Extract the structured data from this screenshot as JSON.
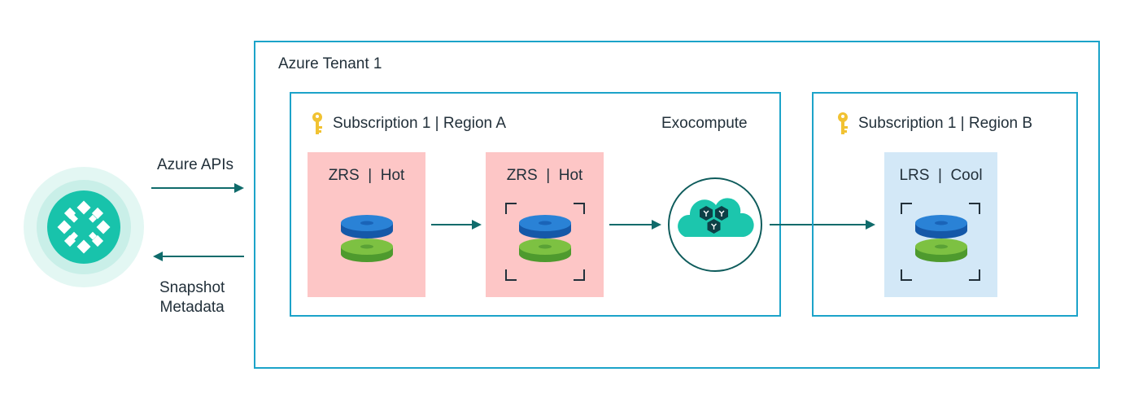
{
  "tenant": {
    "title": "Azure Tenant 1"
  },
  "left": {
    "apis_label": "Azure APIs",
    "metadata_label_line1": "Snapshot",
    "metadata_label_line2": "Metadata"
  },
  "subscription_a": {
    "title": "Subscription 1 | Region A",
    "exocompute_label": "Exocompute",
    "source_tile": {
      "label": "ZRS  |  Hot"
    },
    "snapshot_tile": {
      "label": "ZRS  |  Hot"
    }
  },
  "subscription_b": {
    "title": "Subscription 1 | Region B",
    "archive_tile": {
      "label": "LRS  |  Cool"
    }
  },
  "colors": {
    "border": "#1ca3c9",
    "arrow": "#0f6b6b",
    "teal": "#1cc6ad",
    "pink_tile": "#fdc6c6",
    "blue_tile": "#d3e8f7",
    "disk_blue": "#1e73c8",
    "disk_green": "#6cb33f",
    "key": "#f1c232"
  }
}
